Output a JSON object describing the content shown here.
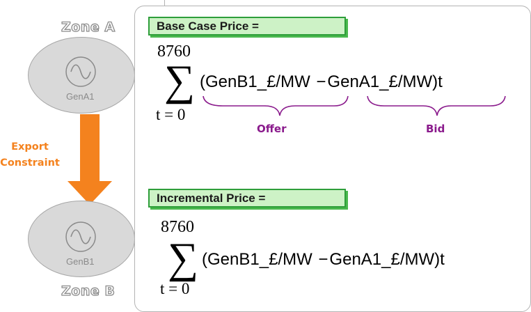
{
  "zones": {
    "a_label": "Zone A",
    "b_label": "Zone B"
  },
  "generators": {
    "gen_a_label": "GenA1",
    "gen_b_label": "GenB1",
    "icon": "sine-wave-icon"
  },
  "export": {
    "line1": "Export",
    "line2": "Constraint",
    "arrow_color": "#f4821e"
  },
  "base_case": {
    "title": "Base Case Price =",
    "upper_limit": "8760",
    "lower_limit": "t = 0",
    "open_paren": "(",
    "term1": "GenB1_£/MW",
    "minus": "−",
    "term2": "GenA1_£/MW",
    "close": ")t",
    "offer_label": "Offer",
    "bid_label": "Bid"
  },
  "incremental": {
    "title": "Incremental Price =",
    "upper_limit": "8760",
    "lower_limit": "t = 0",
    "open_paren": "(",
    "term1": "GenB1_£/MW",
    "minus": "−",
    "term2": "GenA1_£/MW",
    "close": ")t"
  },
  "colors": {
    "title_fill": "#cdf2c6",
    "title_border": "#2e9e3a",
    "brace": "#8a1a8c",
    "generator_fill": "#d9d9d9",
    "zone_text_outline": "#8c8c8c"
  }
}
